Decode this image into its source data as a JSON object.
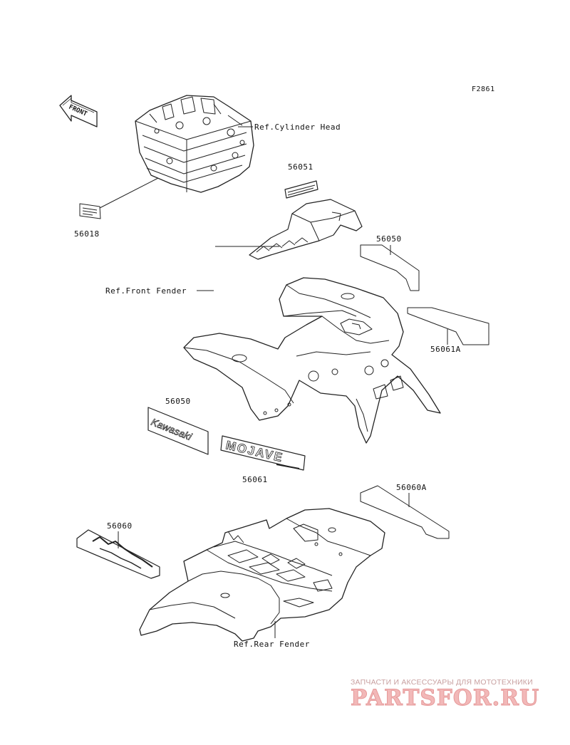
{
  "figure_code": "F2861",
  "front_arrow_text": "FRONT",
  "labels": {
    "cylinder_head": "Ref.Cylinder Head",
    "front_fender": "Ref.Front Fender",
    "rear_fender": "Ref.Rear Fender",
    "p56051": "56051",
    "p56018": "56018",
    "p56050_top": "56050",
    "p56061A": "56061A",
    "p56050_mid": "56050",
    "p56061": "56061",
    "p56060A": "56060A",
    "p56060": "56060"
  },
  "decals": {
    "kawasaki": "Kawasaki",
    "mojave": "MOJAVE"
  },
  "watermark": {
    "tagline": "ЗАПЧАСТИ И АКСЕССУАРЫ ДЛЯ МОТОТЕХНИКИ",
    "brand": "PARTSFOR.RU"
  }
}
